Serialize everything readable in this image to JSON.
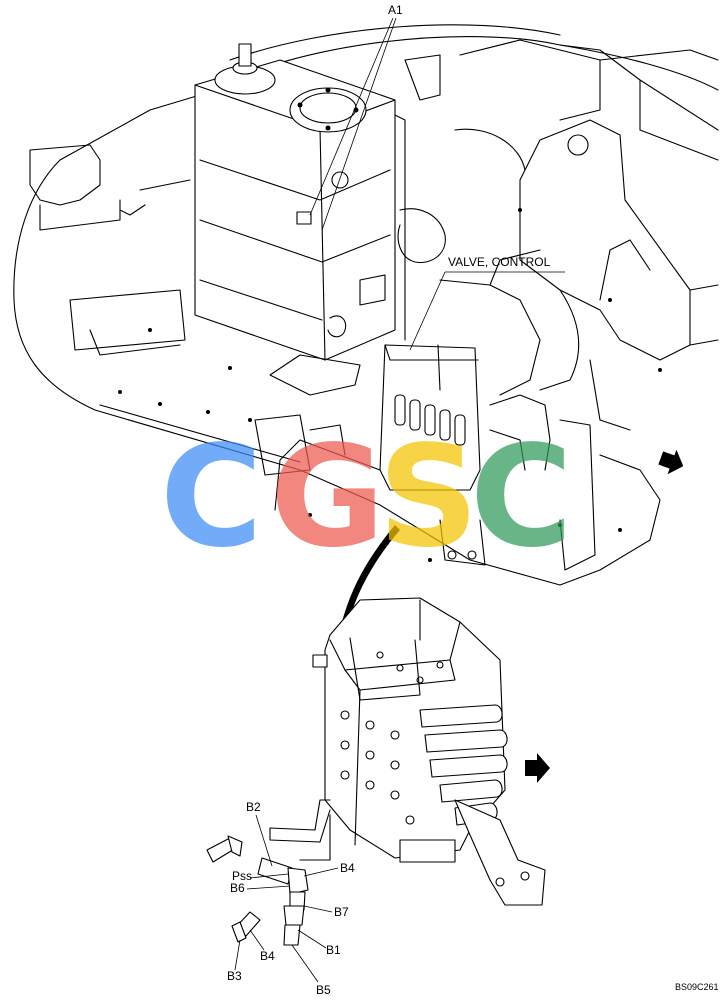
{
  "labels": {
    "a1": "A1",
    "valve_control": "VALVE, CONTROL",
    "b2": "B2",
    "pss": "Pss",
    "b6": "B6",
    "b4_right": "B4",
    "b7": "B7",
    "b1": "B1",
    "b4_left": "B4",
    "b3": "B3",
    "b5": "B5"
  },
  "drawing_code": "BS09C261",
  "watermark": {
    "letters": [
      "C",
      "G",
      "S",
      "C"
    ],
    "colors": [
      "#3d8cf5",
      "#ee5a50",
      "#f5c400",
      "#2f9a5a"
    ]
  },
  "colors": {
    "line": "#000000",
    "background": "#ffffff"
  }
}
